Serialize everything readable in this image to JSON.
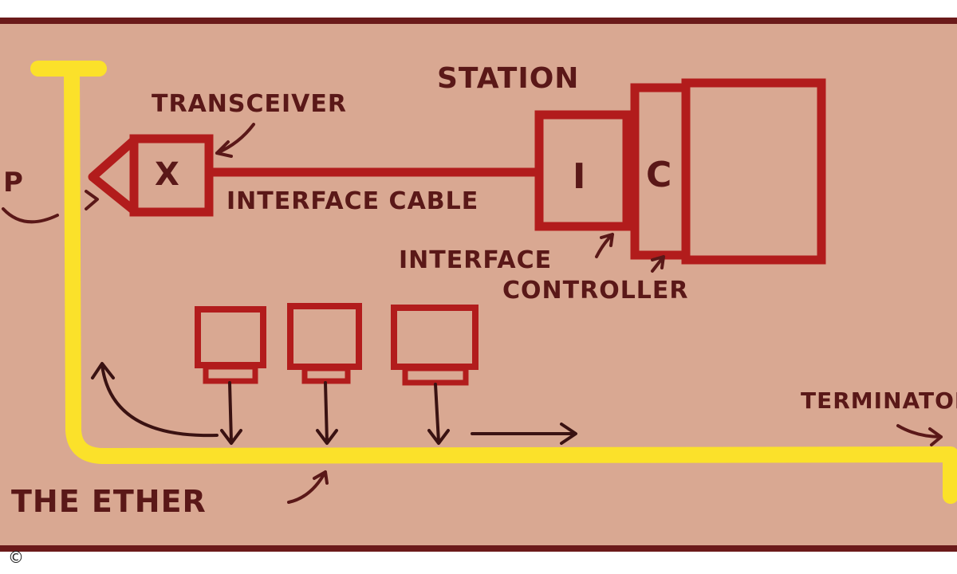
{
  "labels": {
    "station": "STATION",
    "transceiver": "TRANSCEIVER",
    "interface_cable": "INTERFACE CABLE",
    "interface_controller_line1": "INTERFACE",
    "interface_controller_line2": "CONTROLLER",
    "the_ether": "THE ETHER",
    "terminator": "TERMINATOR",
    "tap_fragment": "P",
    "transceiver_box": "X",
    "interface_box": "I",
    "controller_box": "C",
    "copyright": "©"
  },
  "colors": {
    "paper": "#d9a892",
    "red_ink": "#b21c1c",
    "dark_ink": "#5a1818",
    "ether": "#fbe12a",
    "frame": "#6b1a1a"
  }
}
